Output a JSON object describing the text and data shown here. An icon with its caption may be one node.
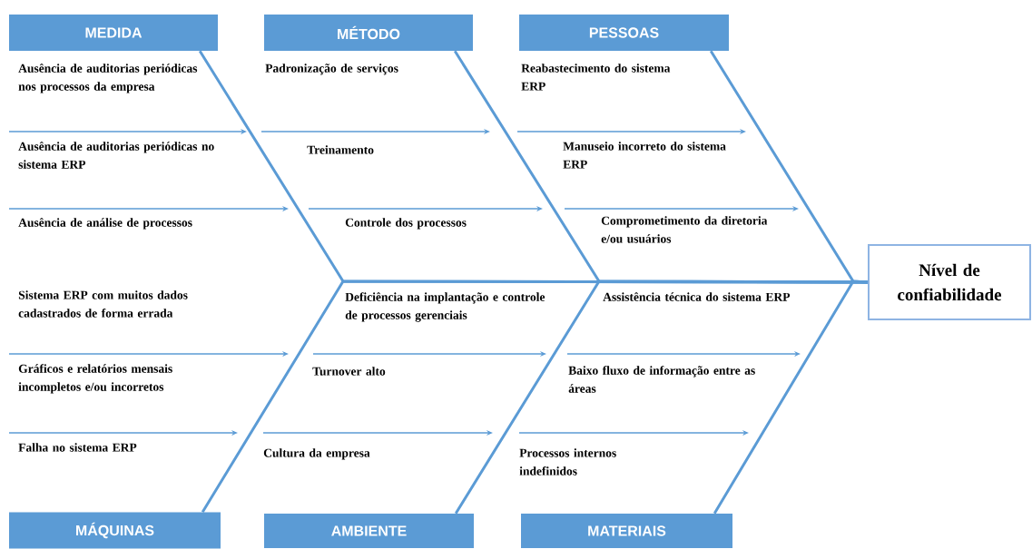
{
  "diagram": {
    "nodes": [
      {
        "text": [
          "MEDIDA"
        ]
      },
      {
        "text": [
          "MÉTODO"
        ]
      },
      {
        "text": [
          "PESSOAS"
        ]
      },
      {
        "text": [
          "Nível de confiabilidade"
        ]
      },
      {
        "text": [
          "MÁQUINAS"
        ]
      },
      {
        "text": [
          "AMBIENTE"
        ]
      },
      {
        "text": [
          "MATERIAIS"
        ]
      }
    ],
    "edges": [
      {
        "from": 0,
        "to": 3,
        "arrow": "none"
      },
      {
        "from": 1,
        "to": 3,
        "arrow": "none"
      },
      {
        "from": 2,
        "to": 3,
        "arrow": "none"
      },
      {
        "from": 4,
        "to": 3,
        "arrow": "none"
      },
      {
        "from": 5,
        "to": 3,
        "arrow": "none"
      },
      {
        "from": 6,
        "to": 3,
        "arrow": "none"
      }
    ],
    "labels": [
      "Ausência de auditorias periódicas nos processos da empresa",
      "Padronização de serviços",
      "Reabastecimento do sistema ERP",
      "Ausência de auditorias periódicas no sistema ERP",
      "Treinamento",
      "Manuseio incorreto do sistema ERP",
      "Ausência de análise de processos",
      "Controle dos processos",
      "Comprometimento da diretoria e/ou usuários",
      "Sistema ERP com muitos dados cadastrados de forma errada",
      "Deficiência na implantação e controle de processos gerenciais",
      "Assistência técnica do sistema ERP",
      "Gráficos e relatórios mensais incompletos e/ou incorretos",
      "Turnover alto",
      "Baixo fluxo de informação entre as áreas",
      "Falha no sistema ERP",
      "Cultura da empresa",
      "Processos internos indefinidos"
    ]
  }
}
